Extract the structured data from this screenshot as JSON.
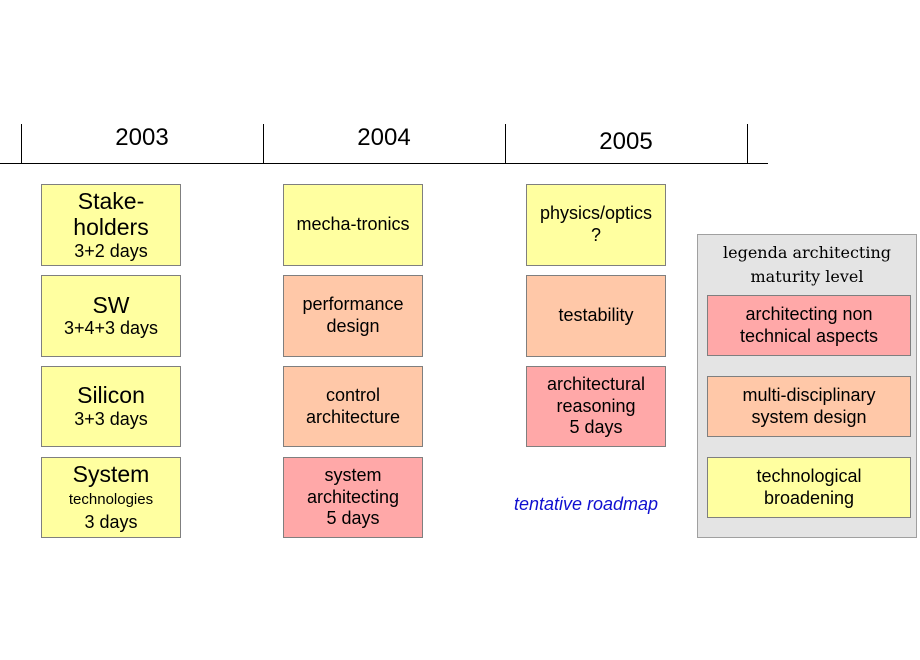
{
  "years": [
    "2003",
    "2004",
    "2005"
  ],
  "col2003": {
    "stakeholders": {
      "title": "Stake-\nholders",
      "days": "3+2 days"
    },
    "sw": {
      "title": "SW",
      "days": "3+4+3 days"
    },
    "silicon": {
      "title": "Silicon",
      "days": "3+3 days"
    },
    "system": {
      "title": "System",
      "sub": "technologies",
      "days": "3 days"
    }
  },
  "col2004": {
    "mechatronics": "mecha-tronics",
    "performance": "performance\ndesign",
    "control": "control\narchitecture",
    "sysarch": "system\narchitecting\n5 days"
  },
  "col2005": {
    "physics": "physics/optics\n?",
    "testability": "testability",
    "reasoning": "architectural\nreasoning\n5 days"
  },
  "roadmap_note": "tentative roadmap",
  "legend": {
    "title": "legenda architecting\nmaturity level",
    "items": [
      {
        "label": "architecting non\ntechnical aspects",
        "color": "#ffa8a8"
      },
      {
        "label": "multi-disciplinary\nsystem design",
        "color": "#ffc8a8"
      },
      {
        "label": "technological\nbroadening",
        "color": "#ffffa0"
      }
    ]
  }
}
